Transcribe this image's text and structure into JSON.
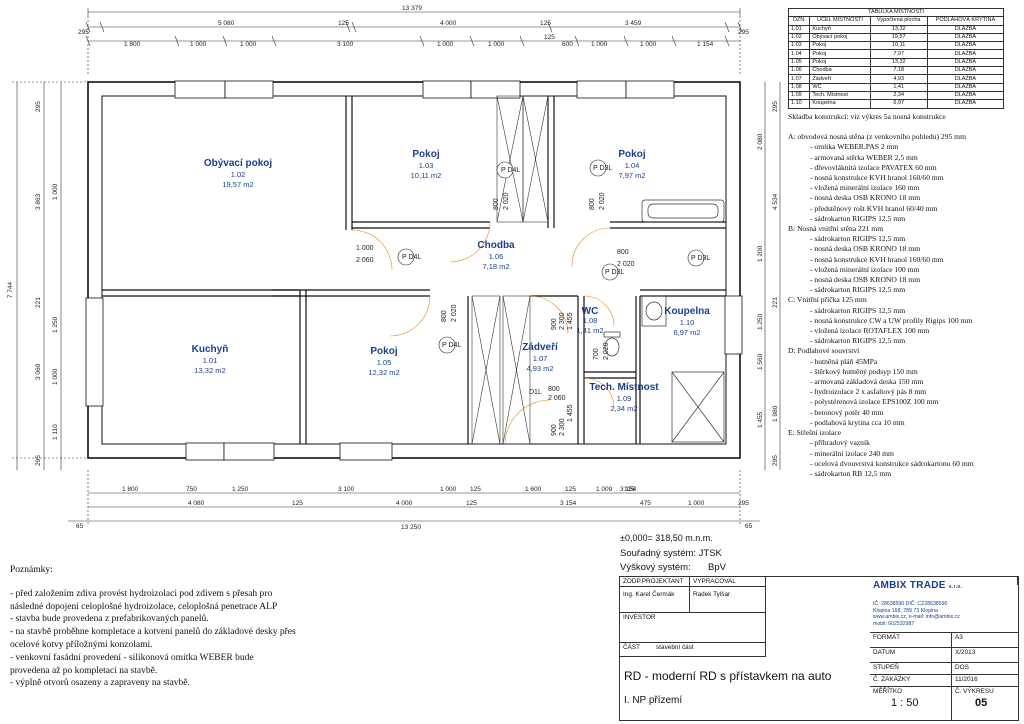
{
  "overall_dims": {
    "top": "13 379",
    "bottom": "13 250",
    "left": "7 744"
  },
  "top_dims_row1": [
    "295",
    "5 080",
    "125",
    "4 000",
    "125",
    "3 459",
    "295"
  ],
  "top_dims_row2": [
    "1 800",
    "1 000",
    "1 000",
    "3 100",
    "1 000",
    "1 000",
    "600",
    "1 000",
    "1 000",
    "1 154"
  ],
  "top_dim_mid": "125",
  "bottom_dims_row1": [
    "1 800",
    "750",
    "1 250",
    "3 100",
    "1 000",
    "125",
    "1 600",
    "125",
    "1 009",
    "125",
    "475",
    "1 000",
    "295"
  ],
  "bottom_dims_row2": [
    "4 080",
    "125",
    "4 000",
    "125",
    "3 154"
  ],
  "bottom_dims_row3": [
    "65",
    "65"
  ],
  "bottom_dim_mid": "3 154",
  "left_dims_outer": [
    "295",
    "3 863",
    "221",
    "3 060",
    "295"
  ],
  "left_dims_inner": [
    "1 000",
    "1 250",
    "1 000",
    "1 110"
  ],
  "right_dims_inner": [
    "2 080",
    "1 200",
    "1 250",
    "1 560",
    "1 455"
  ],
  "right_dims_outer": [
    "295",
    "4 534",
    "221",
    "1 980",
    "295"
  ],
  "rooms": [
    {
      "name": "Obývací pokoj",
      "num": "1.02",
      "area": "19,57 m2"
    },
    {
      "name": "Pokoj",
      "num": "1.03",
      "area": "10,11 m2"
    },
    {
      "name": "Pokoj",
      "num": "1.04",
      "area": "7,97 m2"
    },
    {
      "name": "Chodba",
      "num": "1.06",
      "area": "7,18 m2"
    },
    {
      "name": "Kuchyň",
      "num": "1.01",
      "area": "13,32 m2"
    },
    {
      "name": "Pokoj",
      "num": "1.05",
      "area": "12,32 m2"
    },
    {
      "name": "Zádveří",
      "num": "1.07",
      "area": "4,93 m2"
    },
    {
      "name": "WC",
      "num": "1.08",
      "area": "1,41 m2"
    },
    {
      "name": "Koupelna",
      "num": "1.10",
      "area": "6,97 m2"
    },
    {
      "name": "Tech. Místnost",
      "num": "1.09",
      "area": "2,34 m2"
    }
  ],
  "doors": [
    {
      "tag": "P\nD4L",
      "w": "1 000",
      "h": "2 060"
    },
    {
      "tag": "P\nD4L",
      "w": "800",
      "h": "2 020"
    },
    {
      "tag": "P\nD3L",
      "w": "800",
      "h": "2 020"
    },
    {
      "tag": "P\nD3L",
      "w": "800",
      "h": "2 020"
    },
    {
      "tag": "P\nD4L",
      "w": "800",
      "h": "2 020"
    },
    {
      "tag": "P\nD3L",
      "w": "700",
      "h": "2 020"
    },
    {
      "tag": "D1L",
      "w": "800",
      "h": "2 060"
    },
    {
      "tag": "",
      "w": "900",
      "h": "2 300"
    },
    {
      "tag": "",
      "w": "900",
      "h": "2 300"
    }
  ],
  "door_extra": [
    "1 455",
    "1 455"
  ],
  "room_table": {
    "title": "TABULKA MÍSTNOSTÍ",
    "headers": [
      "OZN.",
      "ÚČEL MÍSTNOSTI",
      "Vypočtená plocha",
      "PODLAHOVÁ KRYTINA"
    ],
    "rows": [
      [
        "1.01",
        "Kuchyň",
        "13,32",
        "DLAŽBA"
      ],
      [
        "1.02",
        "Obývací pokoj",
        "19,57",
        "DLAŽBA"
      ],
      [
        "1.03",
        "Pokoj",
        "10,11",
        "DLAŽBA"
      ],
      [
        "1.04",
        "Pokoj",
        "7,97",
        "DLAŽBA"
      ],
      [
        "1.05",
        "Pokoj",
        "13,32",
        "DLAŽBA"
      ],
      [
        "1.06",
        "Chodba",
        "7,18",
        "DLAŽBA"
      ],
      [
        "1.07",
        "Zádveří",
        "4,93",
        "DLAŽBA"
      ],
      [
        "1.08",
        "WC",
        "1,41",
        "DLAŽBA"
      ],
      [
        "1.09",
        "Tech. Místnost",
        "2,34",
        "DLAŽBA"
      ],
      [
        "1.10",
        "Koupelna",
        "6,97",
        "DLAŽBA"
      ]
    ]
  },
  "spec_lines": [
    {
      "t": "Skladba konstrukcí: viz výkres 5a nosná konstrukce",
      "k": "h"
    },
    {
      "t": "",
      "k": "h"
    },
    {
      "t": "A: obvodová nosná stěna (z venkovního pohledu) 295 mm",
      "k": "h"
    },
    {
      "t": "- omítka WEBER.PAS 2 mm",
      "k": "i"
    },
    {
      "t": "- armovaná stěrka WEBER 2,5 mm",
      "k": "i"
    },
    {
      "t": "- dřevovláknitá izolace PAVATEX 60 mm",
      "k": "i"
    },
    {
      "t": "- nosná konstrukce KVH hranol 160/60 mm",
      "k": "i"
    },
    {
      "t": "- vložená minerální izolace 160 mm",
      "k": "i"
    },
    {
      "t": "- nosná deska OSB KRONO 18 mm",
      "k": "i"
    },
    {
      "t": "- předstěnový rošt KVH hranol 60/40 mm",
      "k": "i"
    },
    {
      "t": "- sádrokarton RIGIPS 12,5 mm",
      "k": "i"
    },
    {
      "t": "B: Nosná vnitřní stěna 221 mm",
      "k": "h"
    },
    {
      "t": "- sádrokarton RIGIPS 12,5 mm",
      "k": "i"
    },
    {
      "t": "- nosná deska OSB KRONO 18 mm",
      "k": "i"
    },
    {
      "t": "- nosná konstrukce KVH hranol 160/60 mm",
      "k": "i"
    },
    {
      "t": "- vložená minerální izolace 100 mm",
      "k": "i"
    },
    {
      "t": "- nosná deska OSB KRONO 18 mm",
      "k": "i"
    },
    {
      "t": "- sádrokarton RIGIPS 12,5 mm",
      "k": "i"
    },
    {
      "t": "C: Vnitřní příčka 125 mm",
      "k": "h"
    },
    {
      "t": "- sádrokarton RIGIPS 12,5 mm",
      "k": "i"
    },
    {
      "t": "- nosná konstrukce CW a UW profily Rigips 100 mm",
      "k": "i"
    },
    {
      "t": "- vložená izolace ROTAFLEX 100 mm",
      "k": "i"
    },
    {
      "t": "- sádrokarton RIGIPS 12,5 mm",
      "k": "i"
    },
    {
      "t": "D: Podlahové souvrství",
      "k": "h"
    },
    {
      "t": "- hutněná pláň 45MPa",
      "k": "i"
    },
    {
      "t": "- štěrkový hutněný podsyp 150 mm",
      "k": "i"
    },
    {
      "t": "- armovaná základová deska 150 mm",
      "k": "i"
    },
    {
      "t": "- hydroizolace   2 x asfaltový pás 8 mm",
      "k": "i"
    },
    {
      "t": "- polystérenová izolace EPS100Z 100 mm",
      "k": "i"
    },
    {
      "t": "- betonový potěr 40 mm",
      "k": "i"
    },
    {
      "t": "- podlahová krytina cca 10 mm",
      "k": "i"
    },
    {
      "t": "E: Střešní izolace",
      "k": "h"
    },
    {
      "t": "- příhradový vazník",
      "k": "i"
    },
    {
      "t": "- minerální izolace 240 mm",
      "k": "i"
    },
    {
      "t": "- ocelová dvouvrstvá konstrukce sádrokartonu 60 mm",
      "k": "i"
    },
    {
      "t": "- sádrokarton RB 12,5 mm",
      "k": "i"
    }
  ],
  "elevation": "±0,000= 318,50 m.n.m.",
  "coord_system": "Souřadný systém:  JTSK",
  "height_system_label": "Výškový systém:",
  "height_system_value": "BpV",
  "notes_title": "Poznámky:",
  "notes": [
    "- před založením zdiva provést hydroizolaci pod zdivem s přesah pro",
    "následné dopojení celoplošné hydroizolace, celoplošná penetrace ALP",
    "- stavba bude provedena z prefabrikovaných panelů.",
    "- na stavbě proběhne kompletace a kotvení panelů do základové desky přes",
    "ocelové kotvy příložnými konzolami.",
    "- venkovní fasádní provedení - silikonová omítka WEBER bude",
    "provedena až po kompletaci na stavbě.",
    "- výplně otvorů osazeny a zapraveny na stavbě."
  ],
  "title_block": {
    "zodp_label": "ZODP.PROJEKTANT",
    "zodp_value": "Ing. Karel Čermák",
    "vyprac_label": "VYPRACOVAL",
    "vyprac_value": "Radek Tylšar",
    "company": "AMBIX TRADE",
    "company_suffix": "s.r.o.",
    "company_lines": [
      "IČ: 28638590 DIČ: CZ28638590",
      "Klopina 168, 789 73 Klopina",
      "www.ambix.cz, e-mail: info@ambix.cz",
      "mobil: 602532987"
    ],
    "investor_label": "INVESTOR",
    "cast_label": "ČÁST",
    "cast_value": "stavební část",
    "format_label": "FORMÁT",
    "format_value": "A3",
    "datum_label": "DATUM",
    "datum_value": "X/2013",
    "stupen_label": "STUPEŇ",
    "stupen_value": "DOS",
    "zakazky_label": "Č. ZAKÁZKY",
    "zakazky_value": "11/2016",
    "meritko_label": "MĚŘÍTKO",
    "meritko_value": "1 : 50",
    "vykresu_label": "Č. VÝKRESU",
    "vykresu_value": "05",
    "project_title": "RD - moderní RD s přístavkem na auto",
    "drawing_title": "I. NP přízemí"
  }
}
